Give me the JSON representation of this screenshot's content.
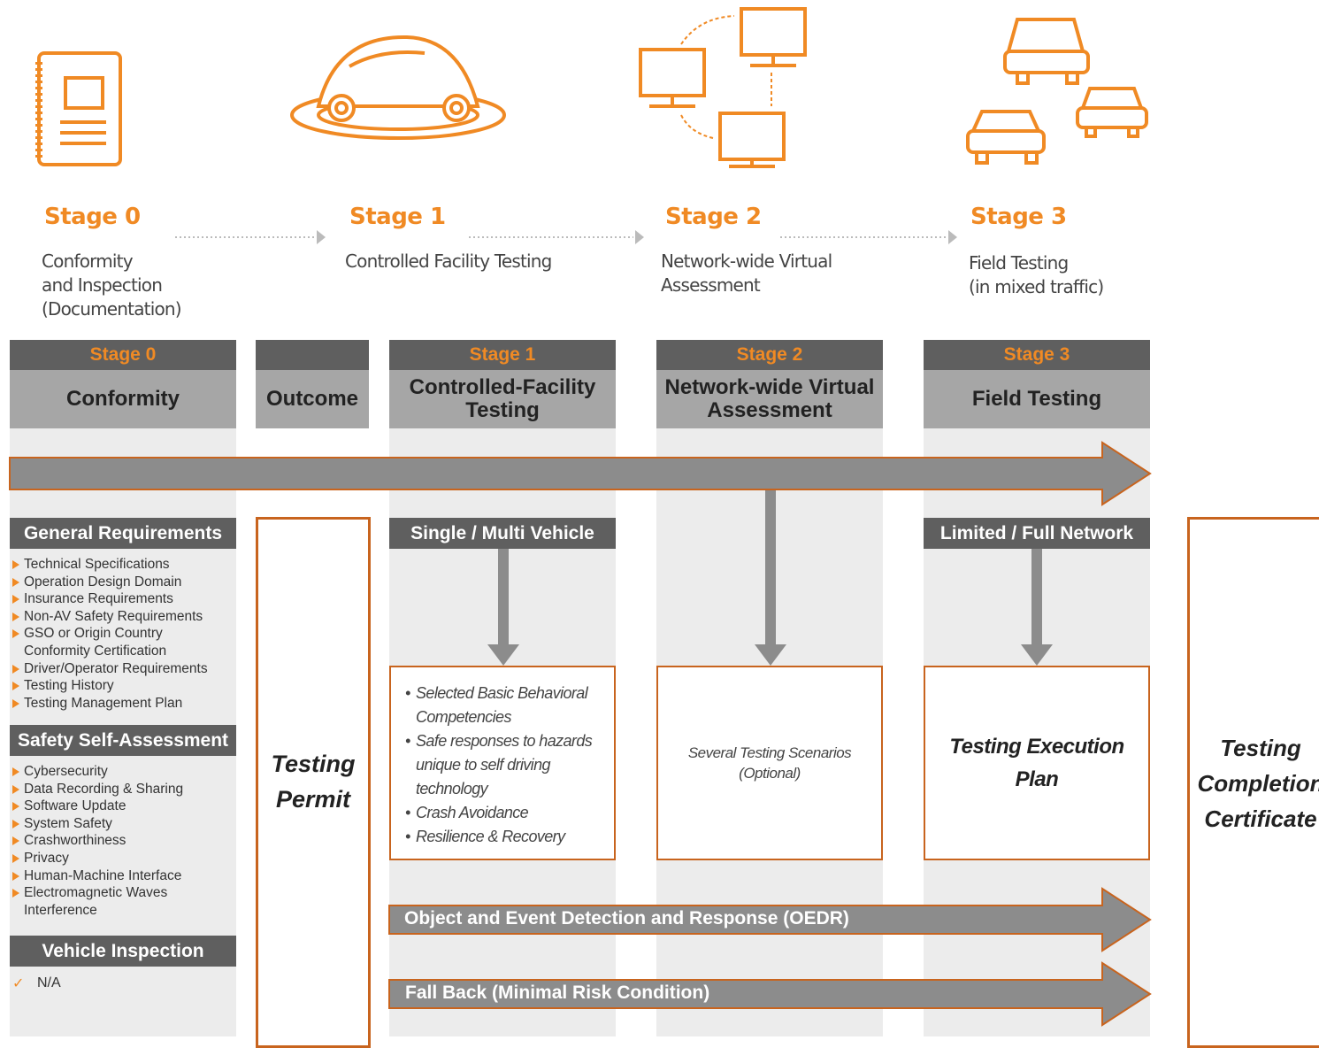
{
  "top_stages": [
    {
      "label": "Stage 0",
      "desc": [
        "Conformity",
        "and Inspection",
        "(Documentation)"
      ]
    },
    {
      "label": "Stage 1",
      "desc": [
        "Controlled Facility Testing"
      ]
    },
    {
      "label": "Stage 2",
      "desc": [
        "Network-wide Virtual",
        "Assessment"
      ]
    },
    {
      "label": "Stage 3",
      "desc": [
        "Field Testing",
        "(in mixed traffic)"
      ]
    }
  ],
  "columns": {
    "stage0": {
      "stage": "Stage 0",
      "title": "Conformity"
    },
    "outcome": {
      "title": "Outcome"
    },
    "stage1": {
      "stage": "Stage 1",
      "title": "Controlled-Facility Testing"
    },
    "stage2": {
      "stage": "Stage 2",
      "title": "Network-wide Virtual Assessment"
    },
    "stage3": {
      "stage": "Stage 3",
      "title": "Field Testing"
    }
  },
  "general_requirements": {
    "title": "General Requirements",
    "items": [
      "Technical Specifications",
      "Operation Design Domain",
      "Insurance Requirements",
      "Non-AV Safety Requirements",
      "GSO or Origin Country Conformity Certification",
      "Driver/Operator Requirements",
      "Testing History",
      "Testing Management Plan"
    ]
  },
  "safety_self_assessment": {
    "title": "Safety Self-Assessment",
    "items": [
      "Cybersecurity",
      "Data Recording & Sharing",
      "Software Update",
      "System Safety",
      "Crashworthiness",
      "Privacy",
      "Human-Machine Interface",
      "Electromagnetic Waves Interference"
    ]
  },
  "vehicle_inspection": {
    "title": "Vehicle Inspection",
    "check": "✓",
    "value": "N/A"
  },
  "testing_permit": {
    "line1": "Testing",
    "line2": "Permit"
  },
  "single_multi": "Single / Multi Vehicle",
  "limited_full": "Limited / Full Network",
  "stage1_box": [
    "Selected Basic Behavioral Competencies",
    "Safe responses to hazards unique to self driving technology",
    "Crash Avoidance",
    "Resilience & Recovery"
  ],
  "stage2_box": {
    "line1": "Several Testing Scenarios",
    "line2": "(Optional)"
  },
  "stage3_box": {
    "line1": "Testing Execution",
    "line2": "Plan"
  },
  "completion": {
    "line1": "Testing",
    "line2": "Completion",
    "line3": "Certificate"
  },
  "oedr": "Object and Event Detection and Response (OEDR)",
  "fallback": "Fall Back (Minimal Risk Condition)",
  "colors": {
    "accent": "#f08a24",
    "border": "#c8641e",
    "dark": "#5f5f5f",
    "mid": "#a6a6a6",
    "arrow": "#8c8c8c"
  }
}
